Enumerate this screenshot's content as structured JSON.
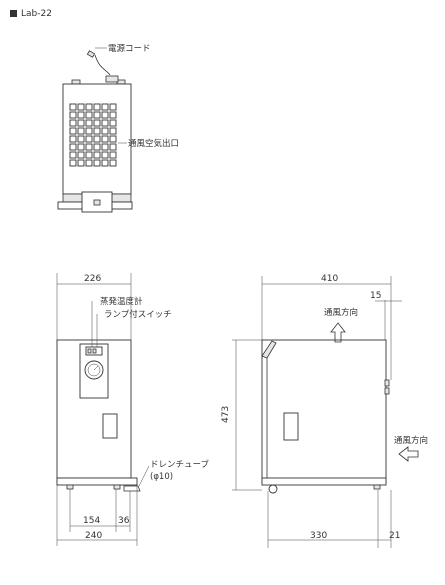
{
  "title": "Lab-22",
  "labels": {
    "power_cord": "電源コード",
    "air_outlet": "通風空気出口",
    "evap_thermometer": "蒸発温度計",
    "lamp_switch": "ランプ付スイッチ",
    "drain_tube": "ドレンチューブ",
    "drain_diameter": "(φ10)",
    "airflow_up": "通風方向",
    "airflow_side": "通風方向"
  },
  "dimensions": {
    "front_width_top": "226",
    "front_width_bottom": "240",
    "front_drain_offset": "154",
    "front_drain_width": "36",
    "side_depth_top": "410",
    "side_offset_top": "15",
    "height": "473",
    "side_base_depth": "330",
    "side_base_offset": "21"
  }
}
